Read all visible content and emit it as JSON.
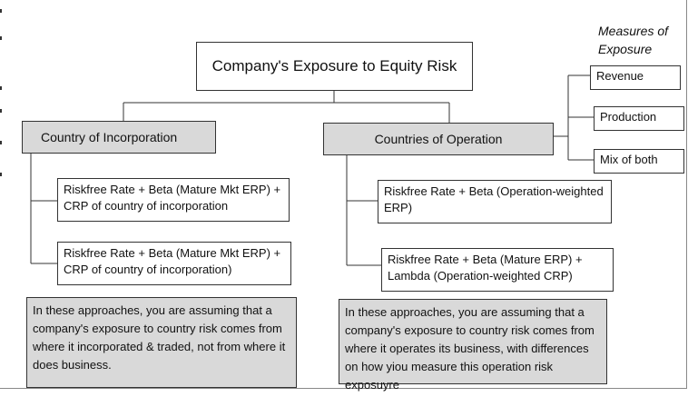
{
  "title": "Company's Exposure to Equity Risk",
  "measures_caption": "Measures of Exposure",
  "incorporation": {
    "header": "Country of Incorporation",
    "approaches": [
      "Riskfree Rate + Beta (Mature Mkt ERP) + CRP of country of incorporation",
      "Riskfree Rate + Beta (Mature Mkt ERP) + CRP of country of incorporation)"
    ],
    "note": "In these approaches, you are assuming that a company's exposure to country risk comes from where it incorporated & traded, not from where it does business."
  },
  "operation": {
    "header": "Countries of Operation",
    "approaches": [
      "Riskfree Rate + Beta (Operation-weighted ERP)",
      "Riskfree Rate + Beta (Mature ERP) + Lambda (Operation-weighted CRP)"
    ],
    "note": "In these approaches, you are assuming that a company's exposure to country risk comes from where it operates its business, with differences on how yiou measure this operation risk exposuyre"
  },
  "measures": [
    "Revenue",
    "Production",
    "Mix of both"
  ],
  "colors": {
    "header_fill": "#c8c8c8",
    "note_fill": "#d9d9d9",
    "line": "#333333"
  }
}
